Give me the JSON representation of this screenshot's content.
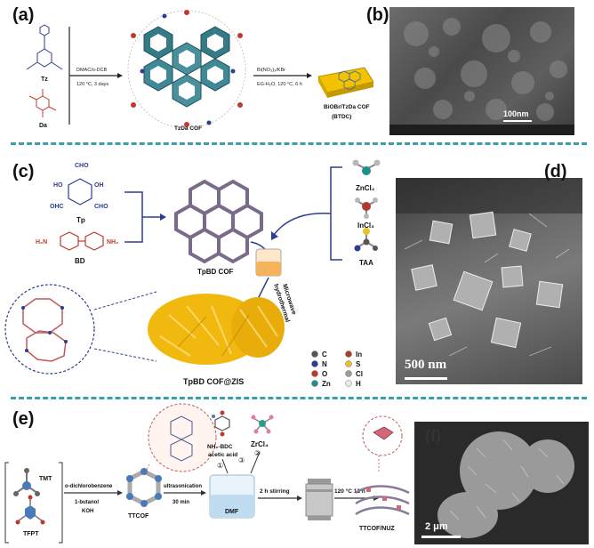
{
  "panel_a": {
    "label": "(a)",
    "tz_label": "Tz",
    "da_label": "Da",
    "arrow1_top": "DMAC/o-DCB",
    "arrow1_bottom": "120 °C, 3 days",
    "cof_label": "TzDa COF",
    "arrow2_top": "Bi(NO₃)₃/KBr",
    "arrow2_bottom": "EG-H₂O, 120 °C, 6 h",
    "product_label": "BiOBr/TzDa COF",
    "product_abbr": "(BTDC)"
  },
  "panel_b": {
    "label": "(b)",
    "scale": "100nm"
  },
  "panel_c": {
    "label": "(c)",
    "tp_label": "Tp",
    "bd_label": "BD",
    "cof_label": "TpBD COF",
    "zncl2": "ZnCl₂",
    "incl3": "InCl₃",
    "taa": "TAA",
    "microwave": "Microwave",
    "hydrothermal": "hydrothermal",
    "product_label": "TpBD COF@ZIS",
    "cho": "CHO",
    "ho": "HO",
    "oh": "OH",
    "ohc": "OHC",
    "h2n": "H₂N",
    "nh2": "NH₂",
    "legend": [
      {
        "name": "C",
        "color": "#555555"
      },
      {
        "name": "In",
        "color": "#b03a2e"
      },
      {
        "name": "N",
        "color": "#2c3e8f"
      },
      {
        "name": "S",
        "color": "#e6c229"
      },
      {
        "name": "O",
        "color": "#c0392b"
      },
      {
        "name": "Cl",
        "color": "#9a9a9a"
      },
      {
        "name": "Zn",
        "color": "#1f8f8a"
      },
      {
        "name": "H",
        "color": "#e8e8e8"
      }
    ]
  },
  "panel_d": {
    "label": "(d)",
    "scale": "500 nm"
  },
  "panel_e": {
    "label": "(e)",
    "tmt": "TMT",
    "tfpt": "TFPT",
    "solvent_top": "o-dichlorobenzene",
    "solvent_mid": "1-butanol",
    "solvent_bot": "KOH",
    "ttcof": "TTCOF",
    "ultra": "ultrasonication",
    "ultra_time": "30 min",
    "nh2bdc": "NH₂-BDC",
    "acetic": "acetic acid",
    "zrcl4": "ZrCl₄",
    "dmf": "DMF",
    "step1": "①",
    "step2": "②",
    "step3": "③",
    "stirring": "2 h stirring",
    "heat": "120 °C 12 h",
    "product": "TTCOF/NUZ"
  },
  "panel_f": {
    "label": "(f)",
    "scale": "2 μm"
  }
}
